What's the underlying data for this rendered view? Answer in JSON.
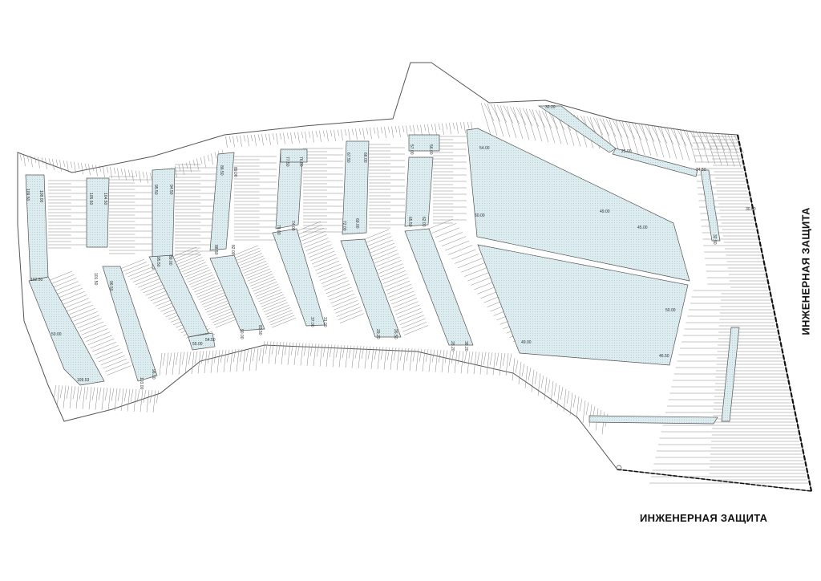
{
  "labels": {
    "protection_bottom": "ИНЖЕНЕРНАЯ ЗАЩИТА",
    "protection_side": "ИНЖЕНЕРНАЯ ЗАЩИТА"
  },
  "colors": {
    "pad_fill": "#dcecef",
    "outline": "#444444",
    "hatch": "#888888",
    "protection_line": "#111111"
  },
  "elevations": [
    "109.50",
    "108.00",
    "105.50",
    "104.50",
    "95.50",
    "94.50",
    "86.50",
    "89.00",
    "77.50",
    "76.00",
    "67.50",
    "66.00",
    "57.00",
    "56.00",
    "54.00",
    "49.00",
    "45.00",
    "50.00",
    "46.50",
    "49.00",
    "102.50",
    "101.50",
    "96.50",
    "95.50",
    "89.00",
    "88.50",
    "82.00",
    "78.00",
    "74.00",
    "72.00",
    "69.00",
    "65.50",
    "62.00",
    "60.00",
    "55.00",
    "54.50",
    "50.00",
    "109.53",
    "103.00",
    "96.00",
    "90.00",
    "83.50",
    "37.00",
    "31.00",
    "29.20",
    "26.50",
    "28.20",
    "38.20",
    "32.20",
    "25.00",
    "34.50",
    "32.50",
    "30.00"
  ]
}
